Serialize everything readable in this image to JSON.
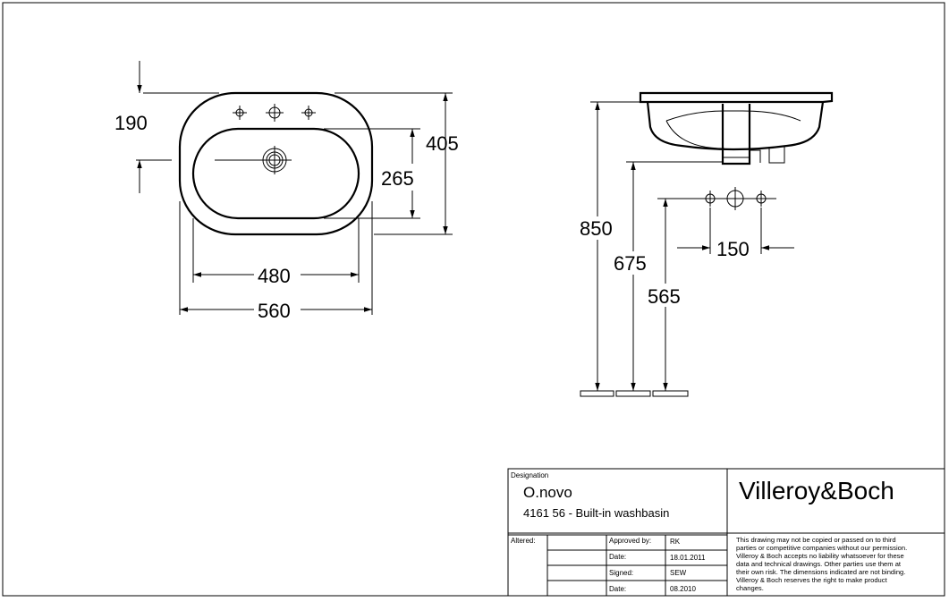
{
  "plan_view": {
    "dims": {
      "depth_tap_offset": "190",
      "overall_depth": "405",
      "bowl_depth": "265",
      "bowl_width": "480",
      "overall_width": "560"
    }
  },
  "side_view": {
    "dims": {
      "rim_height": "850",
      "drain_height": "675",
      "trap_height": "565",
      "tap_spacing": "150"
    }
  },
  "title_block": {
    "designation_label": "Designation",
    "product_name": "O.novo",
    "product_desc": "4161 56 - Built-in washbasin",
    "brand": "Villeroy&Boch",
    "altered_label": "Altered:",
    "approved_label": "Approved by:",
    "approved_value": "RK",
    "date1_label": "Date:",
    "date1_value": "18.01.2011",
    "signed_label": "Signed:",
    "signed_value": "SEW",
    "date2_label": "Date:",
    "date2_value": "08.2010",
    "notice_lines": [
      "This drawing may not be copied or passed on to third",
      "parties or competitive companies without our permission.",
      "Villeroy & Boch accepts no liability whatsoever for these",
      "data and technical drawings. Other parties use them at",
      "their own risk. The dimensions indicated are not binding.",
      "Villeroy & Boch reserves the right to make product",
      "changes."
    ]
  }
}
